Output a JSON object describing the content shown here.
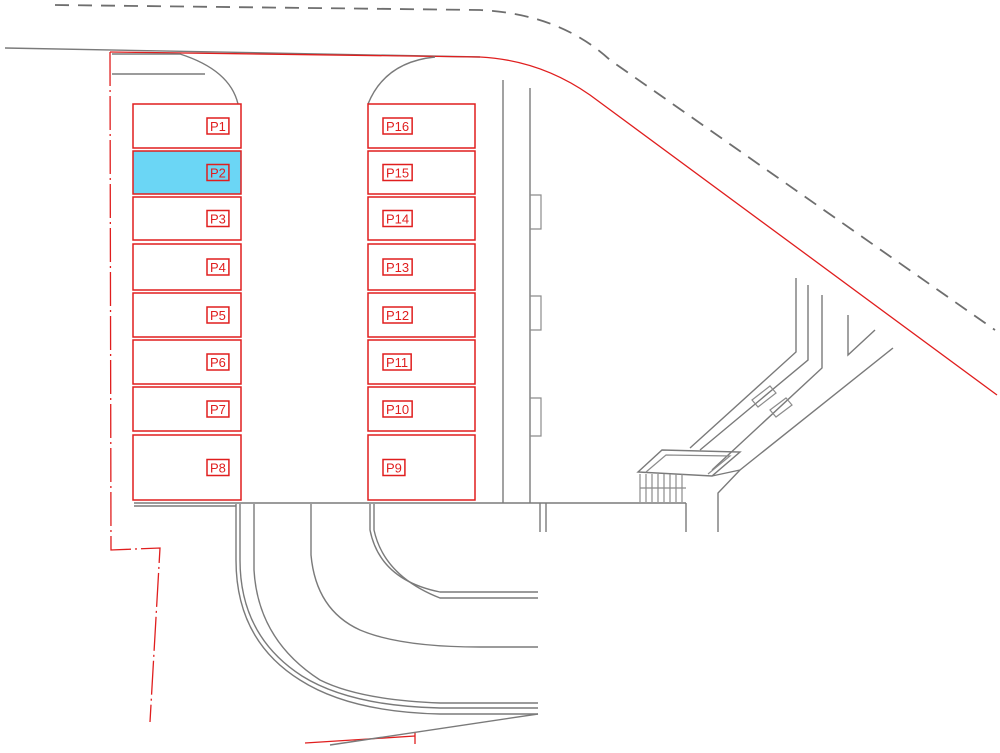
{
  "colors": {
    "boundary": "#e01e1e",
    "linework": "#7a7a7a",
    "highlight_fill": "#6bd6f5",
    "spot_fill": "#ffffff"
  },
  "spaces": [
    {
      "id": "P1",
      "label": "P1",
      "highlighted": false
    },
    {
      "id": "P2",
      "label": "P2",
      "highlighted": true
    },
    {
      "id": "P3",
      "label": "P3",
      "highlighted": false
    },
    {
      "id": "P4",
      "label": "P4",
      "highlighted": false
    },
    {
      "id": "P5",
      "label": "P5",
      "highlighted": false
    },
    {
      "id": "P6",
      "label": "P6",
      "highlighted": false
    },
    {
      "id": "P7",
      "label": "P7",
      "highlighted": false
    },
    {
      "id": "P8",
      "label": "P8",
      "highlighted": false
    },
    {
      "id": "P9",
      "label": "P9",
      "highlighted": false
    },
    {
      "id": "P10",
      "label": "P10",
      "highlighted": false
    },
    {
      "id": "P11",
      "label": "P11",
      "highlighted": false
    },
    {
      "id": "P12",
      "label": "P12",
      "highlighted": false
    },
    {
      "id": "P13",
      "label": "P13",
      "highlighted": false
    },
    {
      "id": "P14",
      "label": "P14",
      "highlighted": false
    },
    {
      "id": "P15",
      "label": "P15",
      "highlighted": false
    },
    {
      "id": "P16",
      "label": "P16",
      "highlighted": false
    }
  ]
}
